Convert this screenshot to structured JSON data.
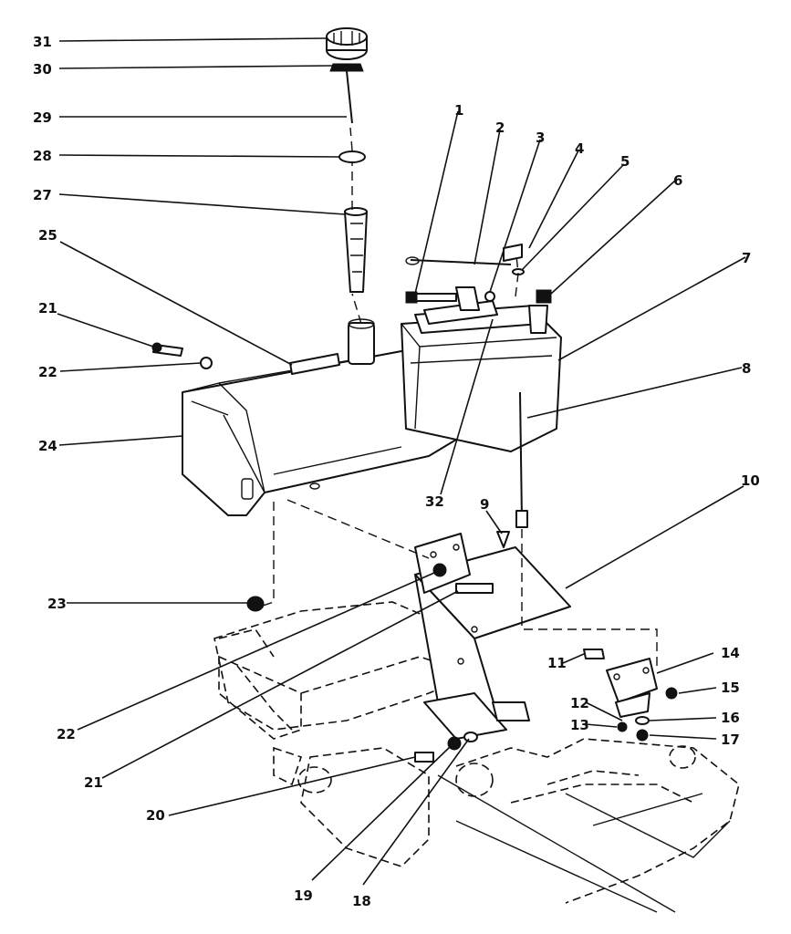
{
  "callouts": {
    "c1": "1",
    "c2": "2",
    "c3": "3",
    "c4": "4",
    "c5": "5",
    "c6": "6",
    "c7": "7",
    "c8": "8",
    "c9": "9",
    "c10": "10",
    "c11": "11",
    "c12": "12",
    "c13": "13",
    "c14": "14",
    "c15": "15",
    "c16": "16",
    "c17": "17",
    "c18": "18",
    "c19": "19",
    "c20": "20",
    "c21a": "21",
    "c21b": "21",
    "c22a": "22",
    "c22b": "22",
    "c23": "23",
    "c24": "24",
    "c25": "25",
    "c27": "27",
    "c28": "28",
    "c29": "29",
    "c30": "30",
    "c31": "31",
    "c32": "32"
  }
}
